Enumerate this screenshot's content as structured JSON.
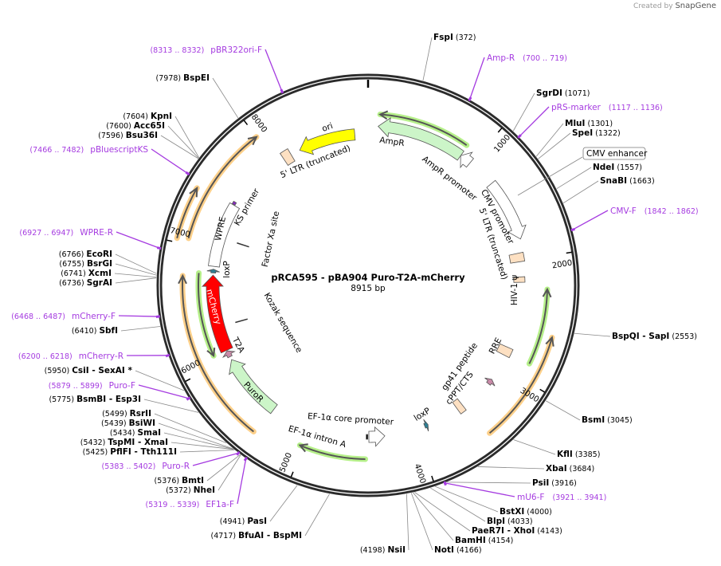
{
  "credit": {
    "prefix": "Created by",
    "brand": "SnapGene"
  },
  "plasmid": {
    "name": "pRCA595 - pBA904 Puro-T2A-mCherry",
    "size_label": "8915 bp",
    "length": 8915
  },
  "ticks": [
    "1000",
    "2000",
    "3000",
    "4000",
    "5000",
    "6000",
    "7000",
    "8000"
  ],
  "enzymes": [
    {
      "name": "FspI",
      "pos": 372
    },
    {
      "name": "SgrDI",
      "pos": 1071
    },
    {
      "name": "MluI",
      "pos": 1301
    },
    {
      "name": "SpeI",
      "pos": 1322
    },
    {
      "name": "NdeI",
      "pos": 1557
    },
    {
      "name": "SnaBI",
      "pos": 1663
    },
    {
      "name": "BspQI  - SapI",
      "pos": 2553
    },
    {
      "name": "BsmI",
      "pos": 3045
    },
    {
      "name": "KflI",
      "pos": 3385
    },
    {
      "name": "XbaI",
      "pos": 3684
    },
    {
      "name": "PsiI",
      "pos": 3916
    },
    {
      "name": "BstXI",
      "pos": 4000
    },
    {
      "name": "BlpI",
      "pos": 4033
    },
    {
      "name": "PaeR7I  - XhoI",
      "pos": 4143
    },
    {
      "name": "BamHI",
      "pos": 4154
    },
    {
      "name": "NotI",
      "pos": 4166
    },
    {
      "name": "NsiI",
      "pos": 4198
    },
    {
      "name": "BfuAI  - BspMI",
      "pos": 4717
    },
    {
      "name": "PasI",
      "pos": 4941
    },
    {
      "name": "NheI",
      "pos": 5372
    },
    {
      "name": "BmtI",
      "pos": 5376
    },
    {
      "name": "PflFI  - Tth111I",
      "pos": 5425
    },
    {
      "name": "TspMI  - XmaI",
      "pos": 5432
    },
    {
      "name": "SmaI",
      "pos": 5434
    },
    {
      "name": "BsiWI",
      "pos": 5439
    },
    {
      "name": "RsrII",
      "pos": 5499
    },
    {
      "name": "BsmBI  - Esp3I",
      "pos": 5775
    },
    {
      "name": "CsiI  - SexAI *",
      "pos": 5950
    },
    {
      "name": "SbfI",
      "pos": 6410
    },
    {
      "name": "SgrAI",
      "pos": 6736
    },
    {
      "name": "XcmI",
      "pos": 6741
    },
    {
      "name": "BsrGI",
      "pos": 6755
    },
    {
      "name": "EcoRI",
      "pos": 6766
    },
    {
      "name": "Bsu36I",
      "pos": 7596
    },
    {
      "name": "Acc65I",
      "pos": 7600
    },
    {
      "name": "KpnI",
      "pos": 7604
    },
    {
      "name": "BspEI",
      "pos": 7978
    }
  ],
  "primers": [
    {
      "name": "pBR322ori-F",
      "range": "(8313 .. 8332)",
      "pos": 8322
    },
    {
      "name": "Amp-R",
      "range": "(700 .. 719)",
      "pos": 710
    },
    {
      "name": "pRS-marker",
      "range": "(1117 .. 1136)",
      "pos": 1126
    },
    {
      "name": "CMV-F",
      "range": "(1842 .. 1862)",
      "pos": 1852
    },
    {
      "name": "mU6-F",
      "range": "(3921 .. 3941)",
      "pos": 3931
    },
    {
      "name": "EF1a-F",
      "range": "(5319 .. 5339)",
      "pos": 5329
    },
    {
      "name": "Puro-R",
      "range": "(5383 .. 5402)",
      "pos": 5392
    },
    {
      "name": "Puro-F",
      "range": "(5879 .. 5899)",
      "pos": 5889
    },
    {
      "name": "mCherry-R",
      "range": "(6200 .. 6218)",
      "pos": 6209
    },
    {
      "name": "mCherry-F",
      "range": "(6468 .. 6487)",
      "pos": 6477
    },
    {
      "name": "WPRE-R",
      "range": "(6927 .. 6947)",
      "pos": 6937
    },
    {
      "name": "pBluescriptKS",
      "range": "(7466 .. 7482)",
      "pos": 7474
    }
  ],
  "boxed_label": {
    "name": "CMV enhancer",
    "pos": 1450
  },
  "features": [
    {
      "name": "AmpR",
      "start": 90,
      "end": 880,
      "strand": -1,
      "color": "#ccf5c8",
      "kind": "arrow"
    },
    {
      "name": "AmpR promoter",
      "start": 880,
      "end": 985,
      "strand": -1,
      "color": "#ffffff",
      "kind": "arrow"
    },
    {
      "name": "CMV promoter",
      "start": 1250,
      "end": 1810,
      "strand": 1,
      "color": "#ffffff",
      "kind": "arrow"
    },
    {
      "name": "5' LTR (truncated)",
      "start": 1930,
      "end": 2010,
      "strand": 0,
      "color": "#fde0c2",
      "kind": "box"
    },
    {
      "name": "HIV-1 ψ",
      "start": 2150,
      "end": 2200,
      "strand": 0,
      "color": "#fde0c2",
      "kind": "box"
    },
    {
      "name": "RRE",
      "start": 2820,
      "end": 2900,
      "strand": 0,
      "color": "#fde0c2",
      "kind": "box"
    },
    {
      "name": "gp41 peptide",
      "start": 3150,
      "end": 3200,
      "strand": -1,
      "color": "#c98aa8",
      "kind": "arrow"
    },
    {
      "name": "cPPT/CTS",
      "start": 3510,
      "end": 3570,
      "strand": 0,
      "color": "#fde0c2",
      "kind": "box"
    },
    {
      "name": "loxP",
      "start": 3880,
      "end": 3914,
      "strand": -1,
      "color": "#2e7f94",
      "kind": "arrow"
    },
    {
      "name": "EF-1α core promoter",
      "start": 4300,
      "end": 4450,
      "strand": -1,
      "color": "#ffffff",
      "kind": "arrow"
    },
    {
      "name": "EF-1α intron A",
      "start": 4460,
      "end": 4475,
      "strand": 0,
      "color": "#000000",
      "kind": "box"
    },
    {
      "name": "PuroR",
      "start": 5380,
      "end": 5980,
      "strand": 1,
      "color": "#ccf5c8",
      "kind": "arrow"
    },
    {
      "name": "T2A",
      "start": 6010,
      "end": 6070,
      "strand": 1,
      "color": "#c98aa8",
      "kind": "arrow"
    },
    {
      "name": "mCherry",
      "start": 6075,
      "end": 6780,
      "strand": 1,
      "color": "#ff0000",
      "kind": "arrow"
    },
    {
      "name": "loxP",
      "start": 6800,
      "end": 6834,
      "strand": 1,
      "color": "#2e7f94",
      "kind": "arrow"
    },
    {
      "name": "WPRE",
      "start": 6860,
      "end": 7450,
      "strand": 0,
      "color": "#ffffff",
      "kind": "box"
    },
    {
      "name": "KS primer",
      "start": 7455,
      "end": 7480,
      "strand": 0,
      "color": "#8a2bc4",
      "kind": "box"
    },
    {
      "name": "5' LTR (truncated)",
      "start": 8080,
      "end": 8160,
      "strand": 0,
      "color": "#fde0c2",
      "kind": "box"
    },
    {
      "name": "ori",
      "start": 8250,
      "end": 8790,
      "strand": -1,
      "color": "#ffff00",
      "kind": "arrow"
    },
    {
      "name": "Factor Xa site",
      "start": 7130,
      "end": 7140,
      "strand": 0,
      "color": "#333333",
      "kind": "mark"
    },
    {
      "name": "Kozak sequence",
      "start": 6300,
      "end": 6310,
      "strand": 0,
      "color": "#333333",
      "kind": "mark"
    }
  ],
  "orfs": [
    {
      "start": 100,
      "end": 870,
      "strand": -1,
      "color": "#b6f08a"
    },
    {
      "start": 2260,
      "end": 2870,
      "strand": -1,
      "color": "#b6f08a"
    },
    {
      "start": 4480,
      "end": 5030,
      "strand": 1,
      "color": "#b6f08a"
    },
    {
      "start": 6080,
      "end": 6790,
      "strand": -1,
      "color": "#b6f08a"
    },
    {
      "start": 2620,
      "end": 3480,
      "strand": -1,
      "color": "#fdd08a"
    },
    {
      "start": 5400,
      "end": 6760,
      "strand": 1,
      "color": "#fdd08a"
    },
    {
      "start": 7030,
      "end": 7420,
      "strand": 1,
      "color": "#fdd08a"
    },
    {
      "start": 7050,
      "end": 8000,
      "strand": 1,
      "color": "#fdd08a"
    }
  ],
  "colors": {
    "backbone": "#2b2b2b",
    "primer": "#a53be0",
    "enzyme_text": "#000000",
    "leader": "#888888"
  }
}
